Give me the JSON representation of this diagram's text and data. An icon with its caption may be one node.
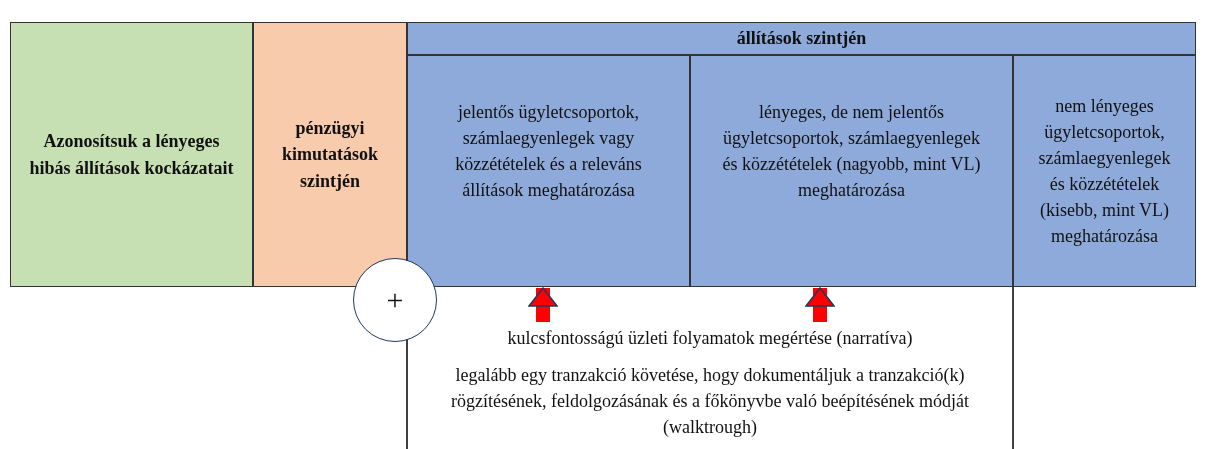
{
  "diagram": {
    "nodes": [
      {
        "text": [
          "Azonosítsuk a lényeges hibás állítások kockázatait"
        ]
      },
      {
        "text": [
          "pénzügyi kimutatások szintjén"
        ]
      },
      {
        "text": [
          "állítások szintjén"
        ]
      },
      {
        "text": [
          "jelentős ügyletcsoportok, számlaegyenlegek vagy közzétételek és a releváns állítások meghatározása"
        ]
      },
      {
        "text": [
          "lényeges, de nem jelentős ügyletcsoportok, számlaegyenlegek és közzétételek (nagyobb, mint VL) meghatározása"
        ]
      },
      {
        "text": [
          "nem lényeges ügyletcsoportok, számlaegyenlegek és közzétételek (kisebb, mint VL) meghatározása"
        ]
      },
      {
        "text": [
          "+"
        ]
      },
      {
        "text": [
          "kulcsfontosságú üzleti folyamatok megértése (narratíva)"
        ]
      },
      {
        "text": [
          "legalább egy tranzakció követése, hogy dokumentáljuk a tranzakció(k) rögzítésének, feldolgozásának és a főkönyvbe való beépítésének módját (walktrough)"
        ]
      }
    ],
    "edges": [
      {
        "from": 7,
        "to": 3,
        "arrow": "to"
      },
      {
        "from": 7,
        "to": 4,
        "arrow": "to"
      }
    ]
  }
}
